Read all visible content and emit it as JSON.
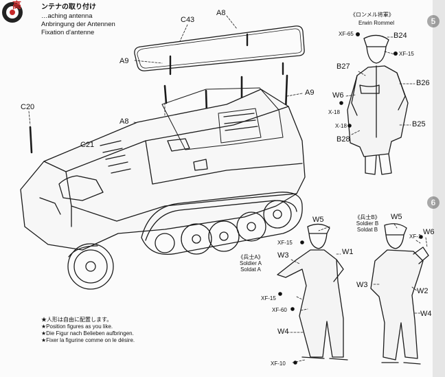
{
  "header": {
    "watermark": "高",
    "title_jp": "ンテナの取り付け",
    "title_en": "…aching antenna",
    "title_de": "Anbringung der Antennen",
    "title_fr": "Fixation d'antenne"
  },
  "step_numbers": {
    "right_top": "5",
    "right_mid": "6"
  },
  "vehicle_parts": {
    "c43": "C43",
    "a8_top": "A8",
    "a9_left": "A9",
    "a9_right": "A9",
    "a8_mid": "A8",
    "c20": "C20",
    "c21": "C21"
  },
  "figure_rommel": {
    "caption_jp": "《ロンメル将軍》",
    "caption_en": "Erwin Rommel",
    "xf65": "XF-65",
    "xf15": "XF-15",
    "x18a": "X-18",
    "x18b": "X-18",
    "b24": "B24",
    "b27": "B27",
    "w6": "W6",
    "b26": "B26",
    "b25": "B25",
    "b28": "B28"
  },
  "figure_soldier_a": {
    "caption_jp": "《兵士A》",
    "caption_en": "Soldier A",
    "caption_de": "Soldat A",
    "w5": "W5",
    "xf15a": "XF-15",
    "w1": "W1",
    "w3": "W3",
    "xf15b": "XF-15",
    "xf60": "XF-60",
    "w4": "W4",
    "xf10": "XF-10"
  },
  "figure_soldier_b": {
    "caption_jp": "《兵士B》",
    "caption_en": "Soldier B",
    "caption_de": "Soldat B",
    "w5": "W5",
    "xf1": "XF-1",
    "w6": "W6",
    "w3": "W3",
    "w2": "W2",
    "w4": "W4"
  },
  "notes": [
    "★人形は自由に配置します。",
    "★Position figures as you like.",
    "★Die Figur nach Belieben aufbringen.",
    "★Fixer la figurine comme on le désire."
  ]
}
